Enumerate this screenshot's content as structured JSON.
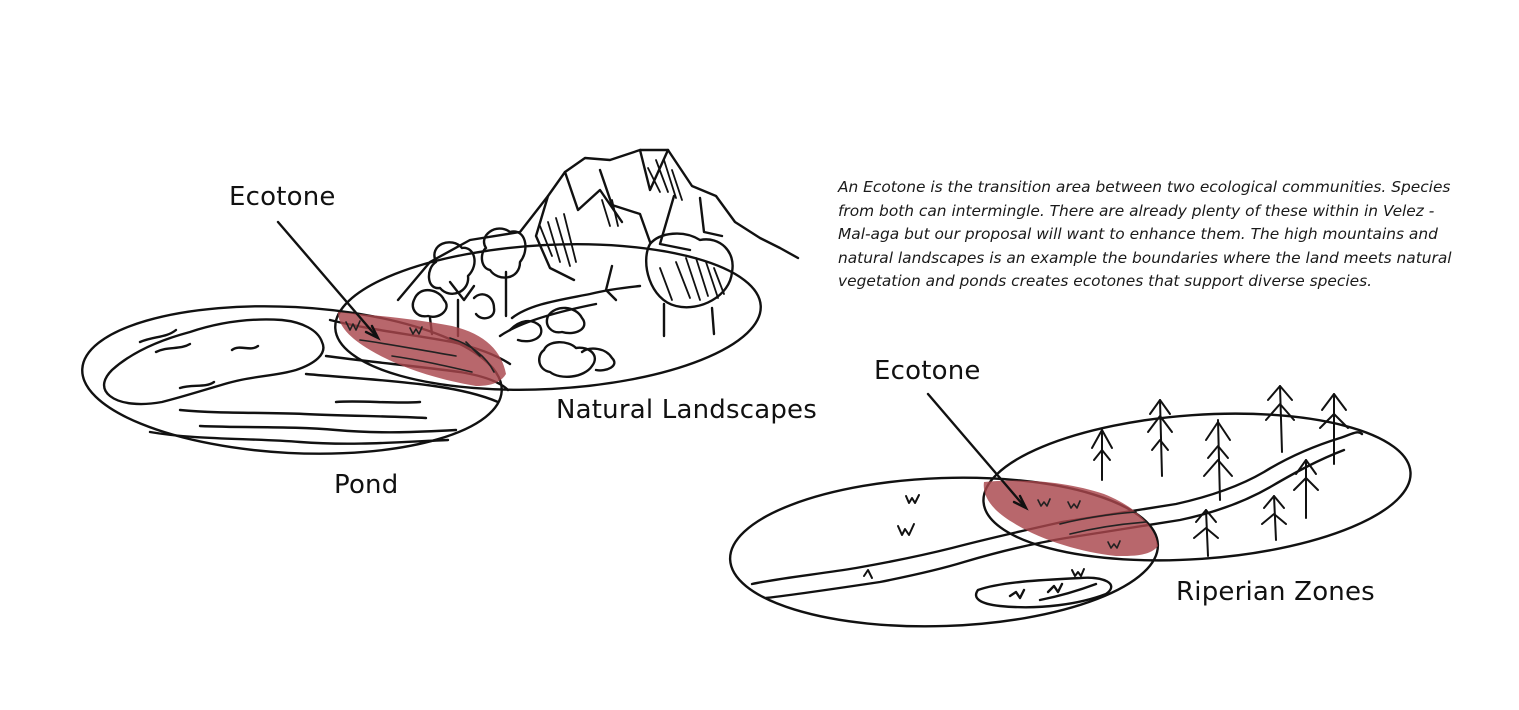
{
  "diagram": {
    "description": "An Ecotone is the transition area between two ecological communities. Species from both can intermingle. There are already plenty of these within in Velez - Mal-aga but our proposal will want to enhance them. The high mountains and natural landscapes is an example the boundaries where the land meets natural vegetation and ponds creates ecotones that support diverse species.",
    "left": {
      "ecotone_label": "Ecotone",
      "area_a_label": "Pond",
      "area_b_label": "Natural Landscapes"
    },
    "right": {
      "ecotone_label": "Ecotone",
      "area_label": "Riperian Zones"
    },
    "colors": {
      "ecotone_fill": "#a8454c",
      "line": "#111111",
      "background": "#ffffff"
    }
  }
}
